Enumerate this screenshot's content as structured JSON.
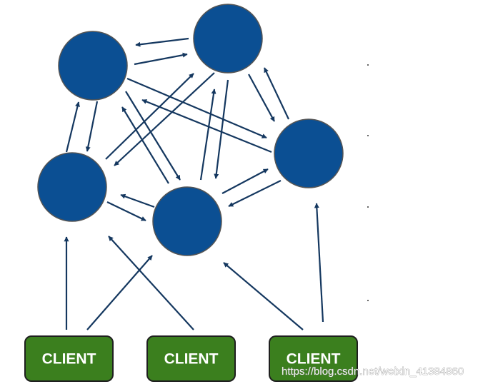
{
  "diagram": {
    "clients": [
      {
        "label": "CLIENT"
      },
      {
        "label": "CLIENT"
      },
      {
        "label": "CLIENT"
      }
    ],
    "watermark": "https://blog.csdn.net/weixin_41384860",
    "colors": {
      "node_fill": "#0b4f93",
      "node_stroke": "#555555",
      "edge": "#14375f",
      "client_fill": "#3b7f1e"
    }
  }
}
